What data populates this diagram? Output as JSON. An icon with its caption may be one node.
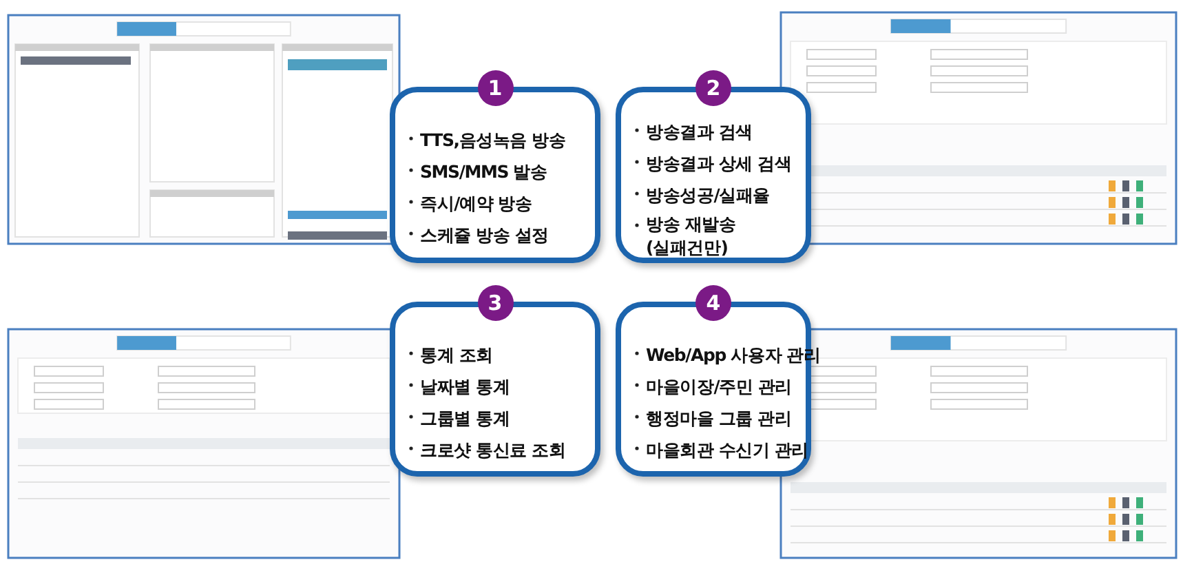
{
  "diagram": {
    "nodes": [
      {
        "text": [
          "1",
          "TTS,음성녹음 방송",
          "SMS/MMS 발송",
          "즉시/예약 방송",
          "스케쥴 방송 설정"
        ]
      },
      {
        "text": [
          "2",
          "방송결과 검색",
          "방송결과 상세 검색",
          "방송성공/실패율",
          "방송 재발송 (실패건만)"
        ]
      },
      {
        "text": [
          "3",
          "통계 조회",
          "날짜별 통계",
          "그룹별 통계",
          "크로샷 통신료 조회"
        ]
      },
      {
        "text": [
          "4",
          "Web/App 사용자 관리",
          "마을이장/주민 관리",
          "행정마을 그룹 관리",
          "마을회관 수신기 관리"
        ]
      }
    ]
  }
}
